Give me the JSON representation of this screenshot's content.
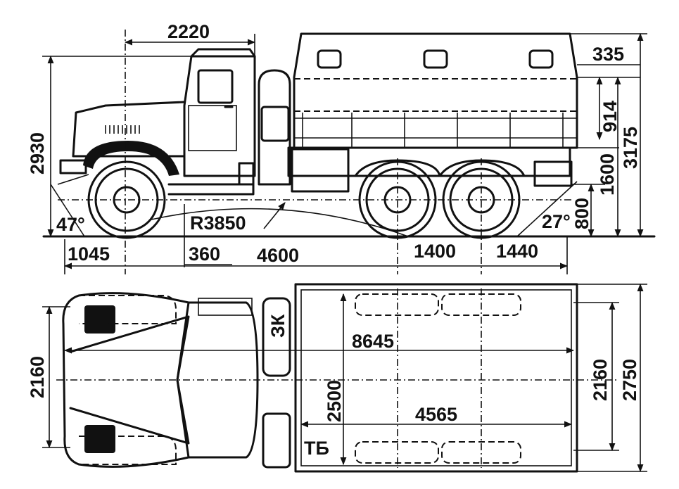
{
  "side_view": {
    "d_2220": "2220",
    "d_2930": "2930",
    "d_335": "335",
    "d_914": "914",
    "d_3175": "3175",
    "d_1600": "1600",
    "d_800": "800",
    "angle_front": "47°",
    "angle_rear": "27°",
    "radius": "R3850",
    "d_1045": "1045",
    "d_360": "360",
    "d_4600": "4600",
    "d_1400": "1400",
    "d_1440": "1440"
  },
  "top_view": {
    "d_2160_left": "2160",
    "d_8645": "8645",
    "d_2500": "2500",
    "d_4565": "4565",
    "d_2160_right": "2160",
    "d_2750": "2750",
    "label_zk": "ЗК",
    "label_tb": "ТБ"
  }
}
